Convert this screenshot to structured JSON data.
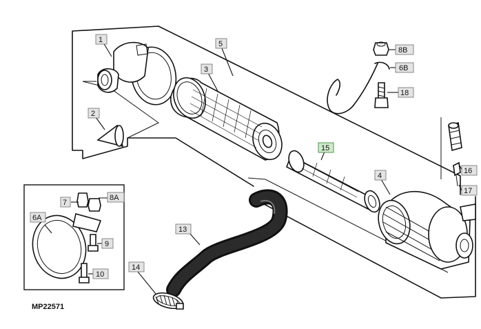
{
  "drawing_id": "MP22571",
  "callouts": [
    {
      "id": "1",
      "text": "1"
    },
    {
      "id": "2",
      "text": "2"
    },
    {
      "id": "3",
      "text": "3"
    },
    {
      "id": "4",
      "text": "4"
    },
    {
      "id": "5",
      "text": "5"
    },
    {
      "id": "6A",
      "text": "6A"
    },
    {
      "id": "6B",
      "text": "6B"
    },
    {
      "id": "7",
      "text": "7"
    },
    {
      "id": "8A",
      "text": "8A"
    },
    {
      "id": "8B",
      "text": "8B"
    },
    {
      "id": "9",
      "text": "9"
    },
    {
      "id": "10",
      "text": "10"
    },
    {
      "id": "13",
      "text": "13"
    },
    {
      "id": "14",
      "text": "14"
    },
    {
      "id": "15",
      "text": "15"
    },
    {
      "id": "16",
      "text": "16"
    },
    {
      "id": "17",
      "text": "17"
    },
    {
      "id": "18",
      "text": "18"
    }
  ],
  "highlight_color": "#cfeacb"
}
